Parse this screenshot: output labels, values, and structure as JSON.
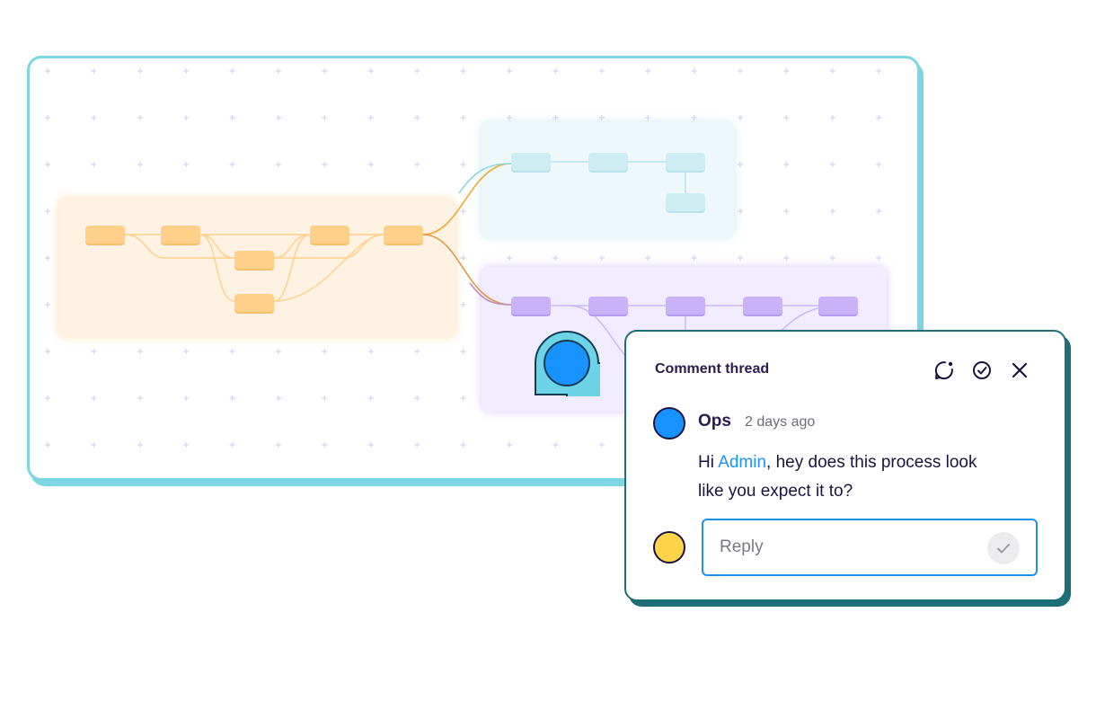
{
  "panel": {
    "title": "Comment thread",
    "actions": [
      {
        "icon": "chat-bubble-notify-icon"
      },
      {
        "icon": "check-circle-icon"
      },
      {
        "icon": "close-icon"
      }
    ]
  },
  "comment": {
    "author": "Ops",
    "time": "2 days ago",
    "text_before": "Hi ",
    "mention": "Admin",
    "text_after": ", hey does this process look like you expect it to?",
    "avatar_color": "#1793FF"
  },
  "reply": {
    "placeholder": "Reply",
    "avatar_color": "#FFD449"
  },
  "colors": {
    "canvas_border": "#7ED6E3",
    "panel_border": "#1E6E78",
    "mention": "#1E90FF",
    "orange_group": "#FEF3E2",
    "teal_group": "#EEF8FA",
    "purple_group": "#F1ECFE"
  }
}
